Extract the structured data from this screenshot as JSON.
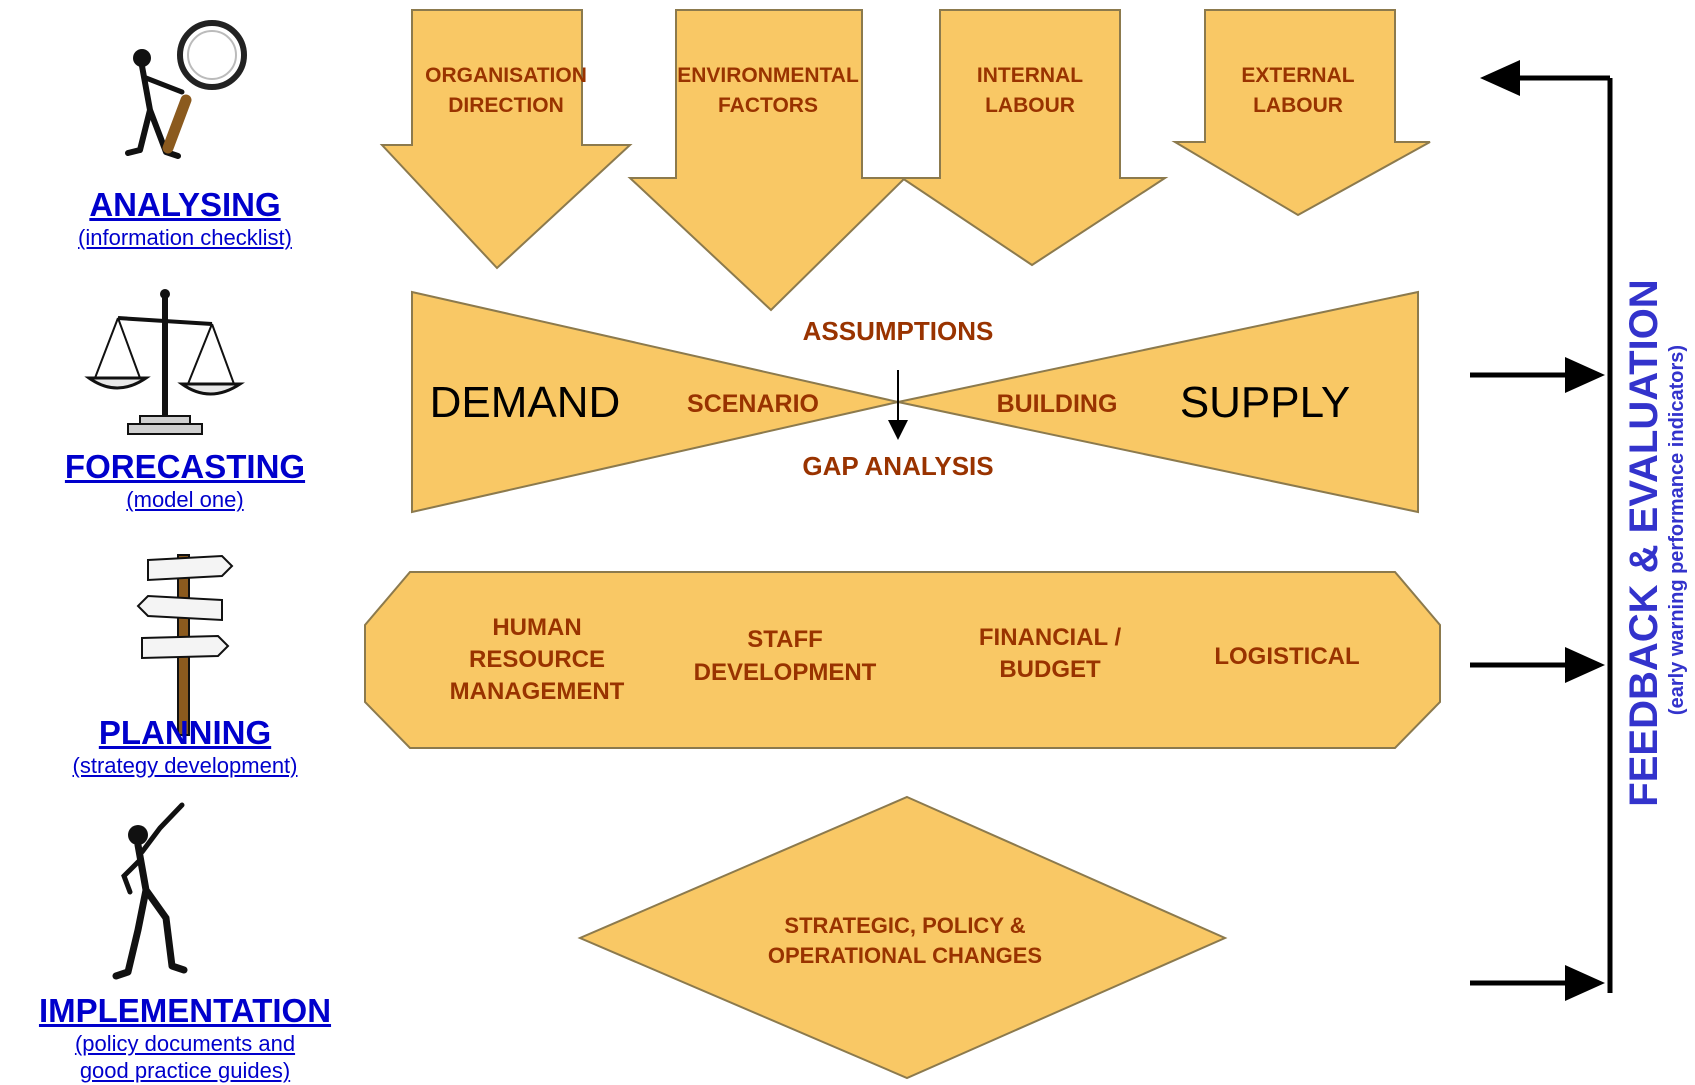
{
  "stages": [
    {
      "title": "ANALYSING",
      "subtitle": "(information checklist)"
    },
    {
      "title": "FORECASTING",
      "subtitle": "(model one)"
    },
    {
      "title": "PLANNING",
      "subtitle": "(strategy development)"
    },
    {
      "title": "IMPLEMENTATION",
      "subtitle_line1": "(policy documents and",
      "subtitle_line2": "good practice guides)"
    }
  ],
  "inputs": {
    "a1": "ORGANISATION",
    "a2": "DIRECTION",
    "b1": "ENVIRONMENTAL",
    "b2": "FACTORS",
    "c1": "INTERNAL",
    "c2": "LABOUR",
    "d1": "EXTERNAL",
    "d2": "LABOUR"
  },
  "forecast": {
    "demand": "DEMAND",
    "supply": "SUPPLY",
    "assumptions": "ASSUMPTIONS",
    "scenario": "SCENARIO",
    "building": "BUILDING",
    "gap": "GAP ANALYSIS"
  },
  "planning": {
    "hr1": "HUMAN",
    "hr2": "RESOURCE",
    "hr3": "MANAGEMENT",
    "sd1": "STAFF",
    "sd2": "DEVELOPMENT",
    "fb1": "FINANCIAL /",
    "fb2": "BUDGET",
    "log": "LOGISTICAL"
  },
  "implementation": {
    "line1": "STRATEGIC, POLICY &",
    "line2": "OPERATIONAL CHANGES"
  },
  "feedback": {
    "title": "FEEDBACK & EVALUATION",
    "subtitle": "(early warning performance indicators)"
  },
  "colors": {
    "shape_fill": "#f9c865",
    "shape_stroke": "#8c7a4d",
    "label_text": "#993300",
    "link_blue": "#0000cc",
    "feedback_blue": "#3333cc"
  },
  "icons": [
    "magnifying-glass-figure-icon",
    "scales-icon",
    "signpost-icon",
    "pointing-figure-icon"
  ]
}
